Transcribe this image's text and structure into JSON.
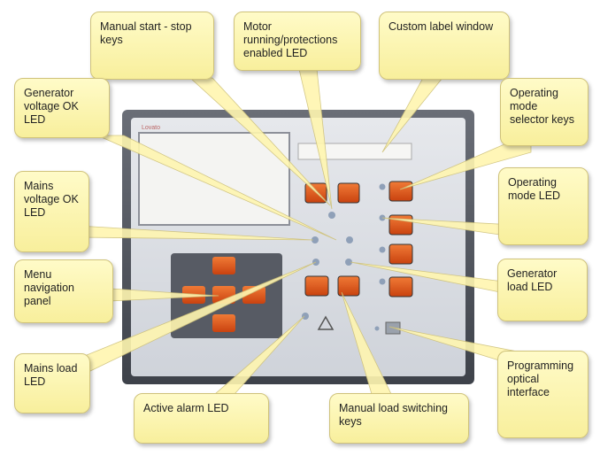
{
  "device": {
    "brand_label": "Lovato",
    "colors": {
      "frame": "#4b4f58",
      "face": "#d9dce2",
      "button": "#e25a1c",
      "led": "#8fa0b8",
      "callout_fill": "#fff6b0"
    }
  },
  "callouts": {
    "manual_start_stop": "Manual start - stop\nkeys",
    "motor_running": "Motor\nrunning/protections\nenabled LED",
    "custom_label": "Custom label window",
    "generator_voltage": "Generator\nvoltage OK\nLED",
    "operating_mode_selector": "Operating\nmode\nselector keys",
    "mains_voltage": "Mains\nvoltage OK\nLED",
    "operating_mode_led": "Operating\nmode LED",
    "menu_navigation": "Menu\nnavigation\npanel",
    "generator_load": "Generator\nload LED",
    "mains_load": "Mains load\nLED",
    "active_alarm": "Active alarm LED",
    "manual_load_switching": "Manual load switching\nkeys",
    "programming_optical": "Programming\noptical\ninterface"
  }
}
